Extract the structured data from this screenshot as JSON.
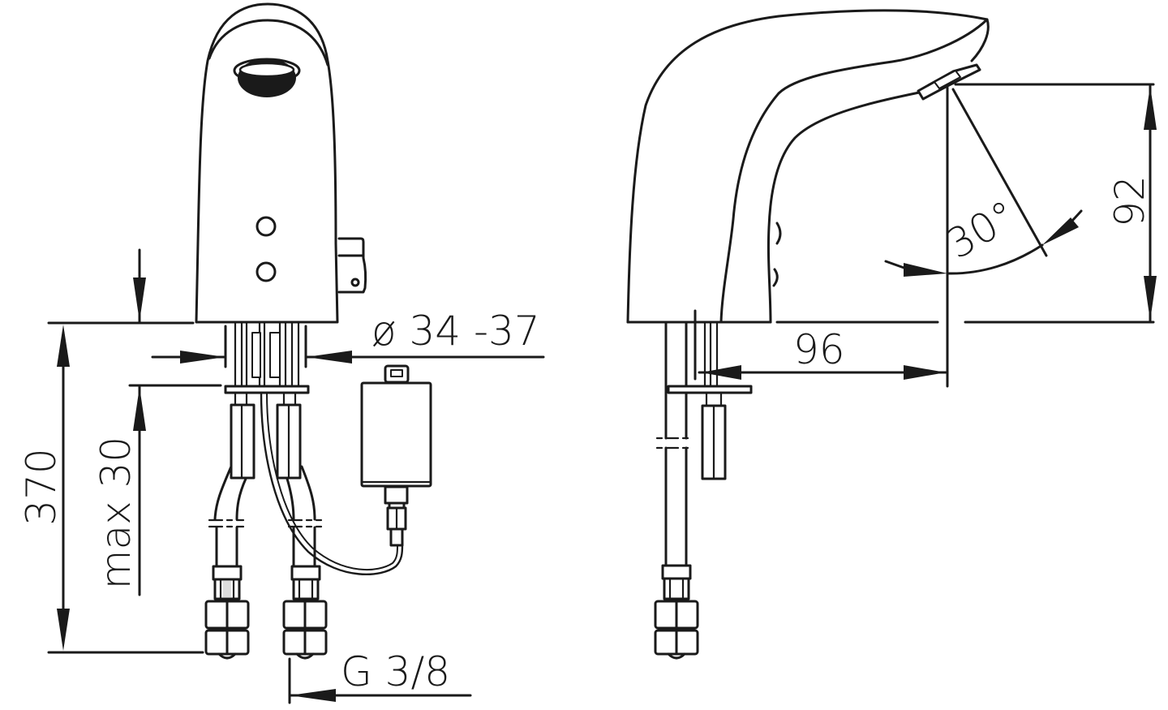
{
  "drawing": {
    "type": "technical-dimension-drawing",
    "subject": "sensor faucet (front and side views)",
    "line_color": "#1a1a1a",
    "background": "#ffffff"
  },
  "front_view": {
    "dimensions": {
      "total_height": "370",
      "max_deck_thickness": "max 30",
      "hole_diameter": "ø 34 -37",
      "connection_thread": "G 3/8"
    }
  },
  "side_view": {
    "dimensions": {
      "spout_reach": "96",
      "spout_height": "92",
      "sensor_angle": "30°"
    }
  }
}
